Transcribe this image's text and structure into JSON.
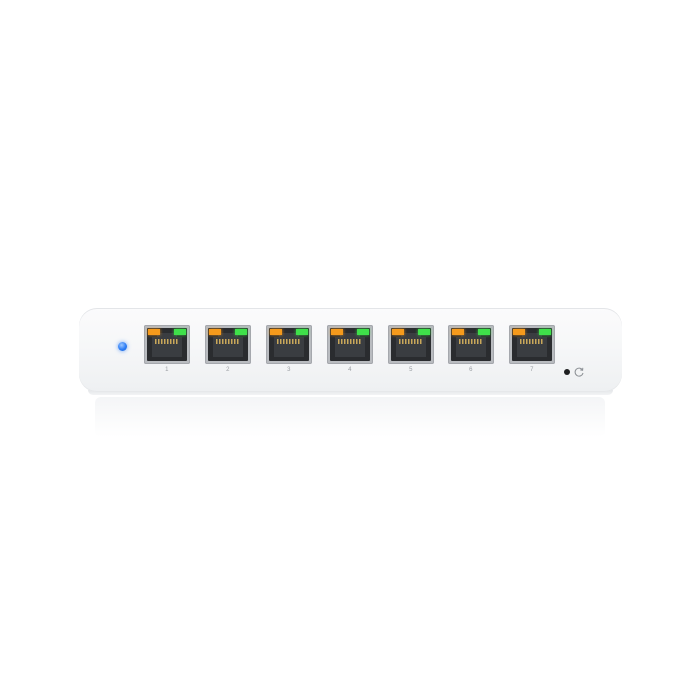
{
  "device": {
    "status_led_color": "#2b7cf6",
    "link_led_color": "#f59a1c",
    "activity_led_color": "#3fe04a",
    "ports": [
      {
        "label": "1"
      },
      {
        "label": "2"
      },
      {
        "label": "3"
      },
      {
        "label": "4"
      },
      {
        "label": "5"
      },
      {
        "label": "6"
      },
      {
        "label": "7"
      }
    ],
    "reset_icon": "reset-icon"
  }
}
